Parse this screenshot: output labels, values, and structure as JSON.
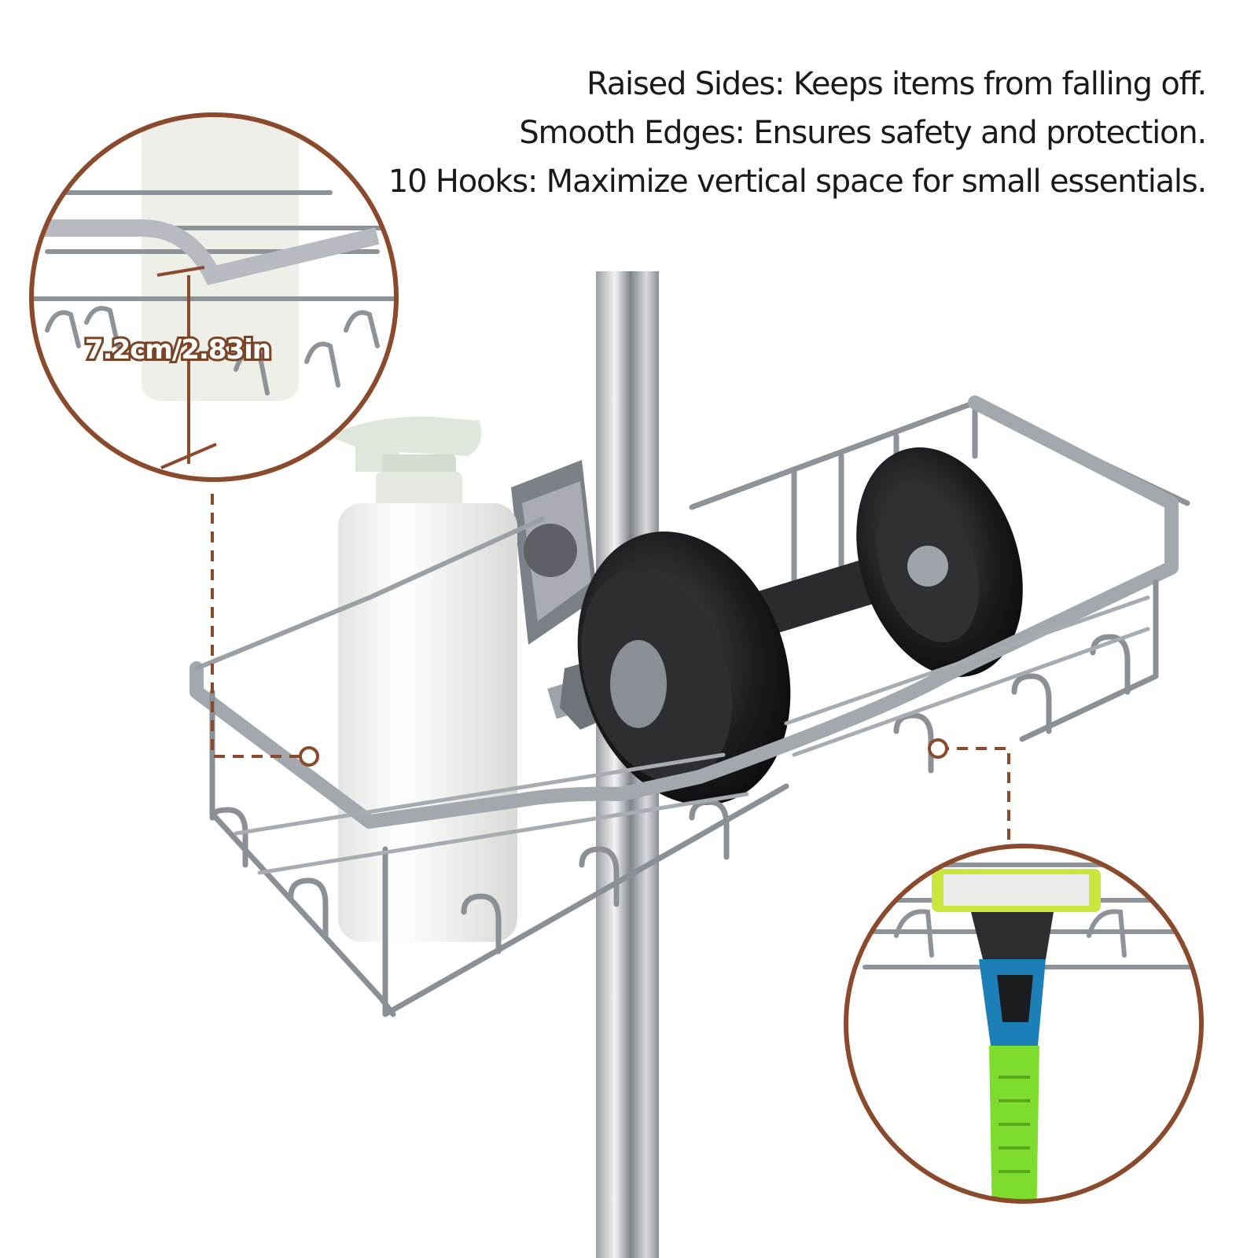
{
  "features": [
    "Raised Sides: Keeps items from falling off.",
    "Smooth Edges: Ensures safety and protection.",
    "10 Hooks: Maximize vertical space for small essentials."
  ],
  "dimension_label": "7.2cm/2.83in",
  "colors": {
    "accent_brown": "#8b4a2b",
    "steel": "#b8bcc2",
    "steel_dark": "#6d7278",
    "bottle_white": "#f4f4f2",
    "pump_mint": "#dfe6dc",
    "weight_black": "#1e1f22",
    "razor_green": "#7ddc2e",
    "razor_blue": "#1d7fb8"
  },
  "icons": [
    "magnifier-circle-left",
    "magnifier-circle-right",
    "dashed-leader-line"
  ]
}
